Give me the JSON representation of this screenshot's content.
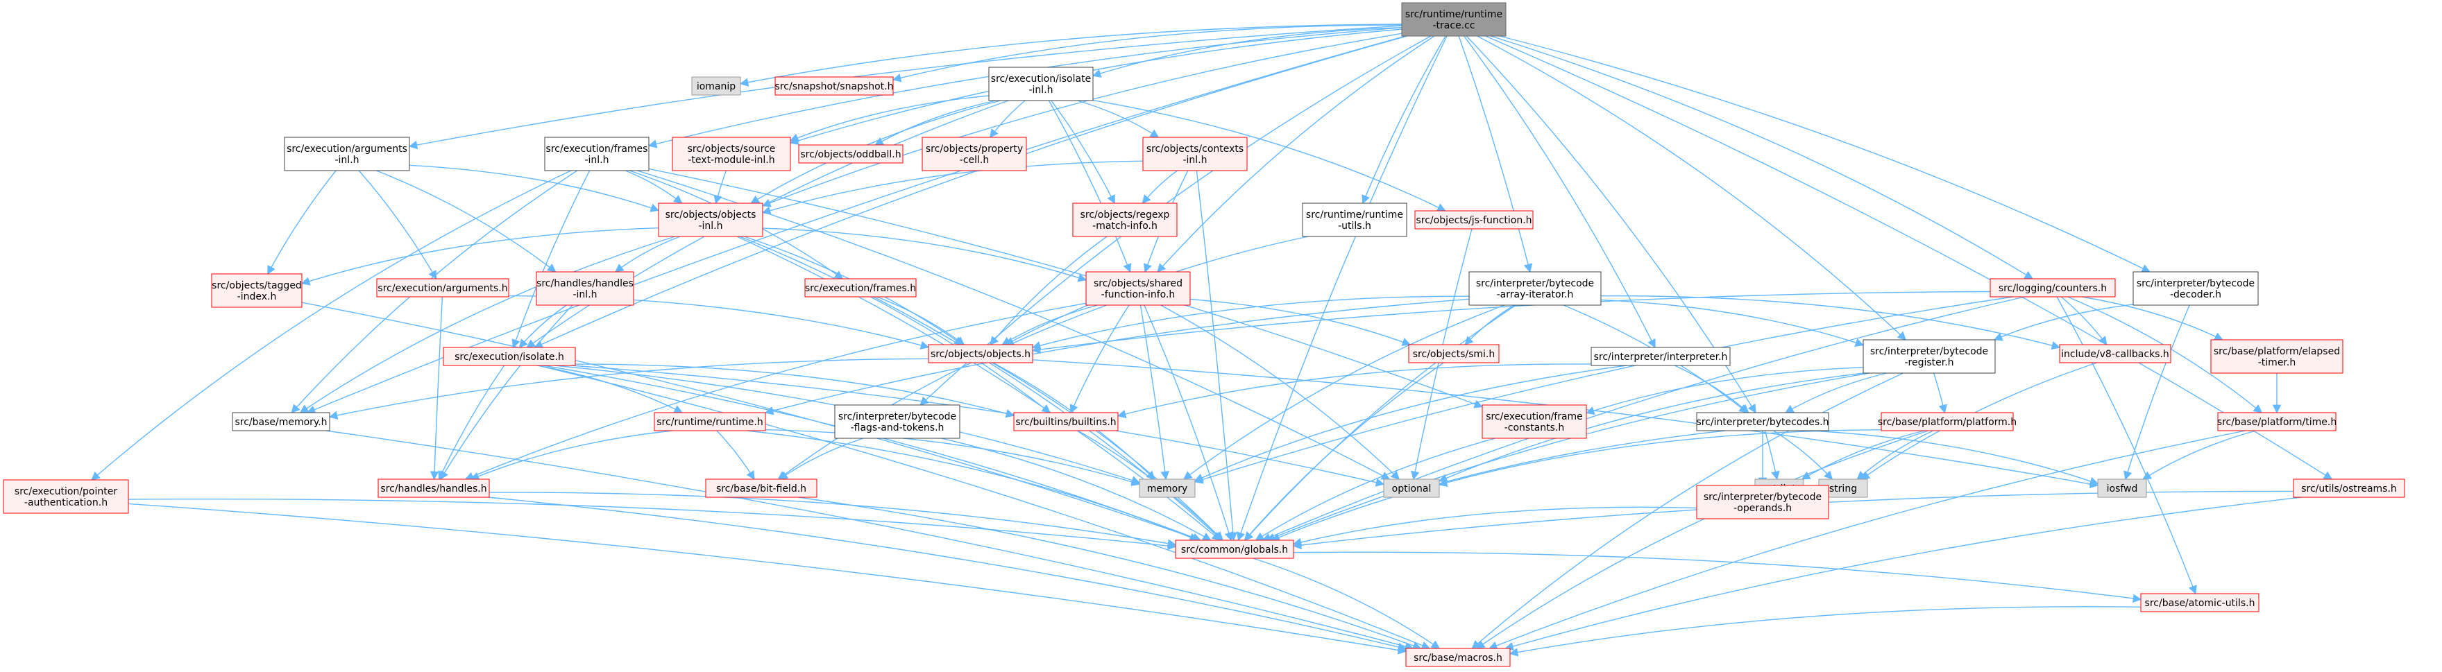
{
  "graph": {
    "nodes": {
      "root": [
        "src/runtime/runtime",
        "-trace.cc"
      ],
      "iomanip": [
        "iomanip"
      ],
      "snapshot": [
        "src/snapshot/snapshot.h"
      ],
      "isolate_inl": [
        "src/execution/isolate",
        "-inl.h"
      ],
      "args_inl": [
        "src/execution/arguments",
        "-inl.h"
      ],
      "frames_inl": [
        "src/execution/frames",
        "-inl.h"
      ],
      "source_text": [
        "src/objects/source",
        "-text-module-inl.h"
      ],
      "oddball": [
        "src/objects/oddball.h"
      ],
      "property_cell": [
        "src/objects/property",
        "-cell.h"
      ],
      "contexts_inl": [
        "src/objects/contexts",
        "-inl.h"
      ],
      "objects_inl": [
        "src/objects/objects",
        "-inl.h"
      ],
      "regexp": [
        "src/objects/regexp",
        "-match-info.h"
      ],
      "runtime_utils": [
        "src/runtime/runtime",
        "-utils.h"
      ],
      "js_function": [
        "src/objects/js-function.h"
      ],
      "tagged_index": [
        "src/objects/tagged",
        "-index.h"
      ],
      "arguments_h": [
        "src/execution/arguments.h"
      ],
      "handles_inl": [
        "src/handles/handles",
        "-inl.h"
      ],
      "frames_h": [
        "src/execution/frames.h"
      ],
      "shared_fn": [
        "src/objects/shared",
        "-function-info.h"
      ],
      "bc_array_iter": [
        "src/interpreter/bytecode",
        "-array-iterator.h"
      ],
      "counters": [
        "src/logging/counters.h"
      ],
      "bc_decoder": [
        "src/interpreter/bytecode",
        "-decoder.h"
      ],
      "isolate_h": [
        "src/execution/isolate.h"
      ],
      "objects_h": [
        "src/objects/objects.h"
      ],
      "smi": [
        "src/objects/smi.h"
      ],
      "interpreter": [
        "src/interpreter/interpreter.h"
      ],
      "bc_register": [
        "src/interpreter/bytecode",
        "-register.h"
      ],
      "v8_callbacks": [
        "include/v8-callbacks.h"
      ],
      "elapsed_timer": [
        "src/base/platform/elapsed",
        "-timer.h"
      ],
      "memory_h": [
        "src/base/memory.h"
      ],
      "runtime_h": [
        "src/runtime/runtime.h"
      ],
      "flags_tokens": [
        "src/interpreter/bytecode",
        "-flags-and-tokens.h"
      ],
      "builtins": [
        "src/builtins/builtins.h"
      ],
      "frame_consts": [
        "src/execution/frame",
        "-constants.h"
      ],
      "bytecodes": [
        "src/interpreter/bytecodes.h"
      ],
      "platform_h": [
        "src/base/platform/platform.h"
      ],
      "time_h": [
        "src/base/platform/time.h"
      ],
      "pointer_auth": [
        "src/execution/pointer",
        "-authentication.h"
      ],
      "handles_h": [
        "src/handles/handles.h"
      ],
      "bit_field": [
        "src/base/bit-field.h"
      ],
      "memory_std": [
        "memory"
      ],
      "optional": [
        "optional"
      ],
      "cstdint": [
        "cstdint"
      ],
      "string": [
        "string"
      ],
      "iosfwd": [
        "iosfwd"
      ],
      "ostreams": [
        "src/utils/ostreams.h"
      ],
      "bc_operands": [
        "src/interpreter/bytecode",
        "-operands.h"
      ],
      "globals": [
        "src/common/globals.h"
      ],
      "atomic_utils": [
        "src/base/atomic-utils.h"
      ],
      "macros": [
        "src/base/macros.h"
      ]
    },
    "colors": {
      "edge": "#63b8ff",
      "root_fill": "#999999",
      "root_stroke": "#666666",
      "red_stroke": "#ff0000",
      "red_fill": "#fff0f0",
      "black_stroke": "#404040",
      "white_fill": "#ffffff",
      "system_fill": "#e0e0e0",
      "system_stroke": "#999999"
    }
  }
}
